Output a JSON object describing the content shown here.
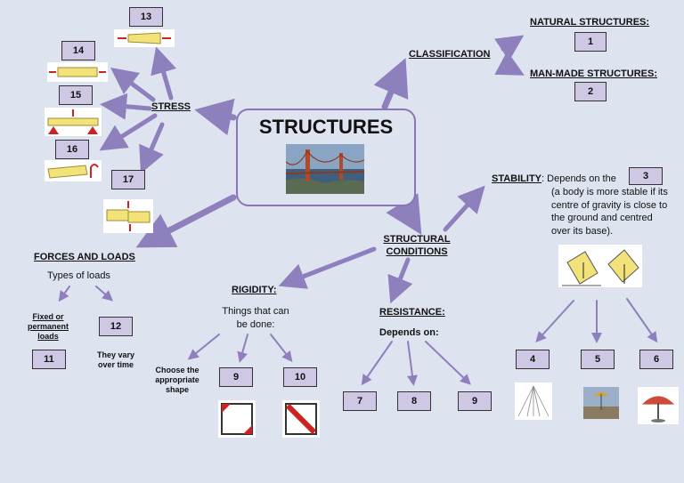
{
  "title": "STRUCTURES",
  "classification": {
    "label": "CLASSIFICATION",
    "natural": "NATURAL STRUCTURES:",
    "natural_box": "1",
    "manmade": "MAN-MADE STRUCTURES:",
    "manmade_box": "2"
  },
  "stress": {
    "label": "STRESS",
    "boxes": [
      "13",
      "14",
      "15",
      "16",
      "17"
    ]
  },
  "forces": {
    "label": "FORCES AND LOADS",
    "types": "Types of loads",
    "fixed_line1": "Fixed or",
    "fixed_line2": "permanent",
    "fixed_line3": "loads",
    "fixed_box": "11",
    "vary_box": "12",
    "vary_line1": "They vary",
    "vary_line2": "over time"
  },
  "structural": {
    "line1": "STRUCTURAL",
    "line2": "CONDITIONS"
  },
  "rigidity": {
    "label": "RIGIDITY:",
    "line1": "Things that can",
    "line2": "be done:",
    "choose1": "Choose the",
    "choose2": "appropriate",
    "choose3": "shape",
    "box_a": "9",
    "box_b": "10"
  },
  "resistance": {
    "label": "RESISTANCE:",
    "depends": "Depends on:",
    "boxes": [
      "7",
      "8",
      "9"
    ]
  },
  "stability": {
    "label": "STABILITY",
    "colon": ":",
    "text1": "Depends on the",
    "box": "3",
    "text2": "(a body is more stable if its",
    "text3": "centre of gravity is close to",
    "text4": "the ground and centred",
    "text5": "over its base).",
    "boxes": [
      "4",
      "5",
      "6"
    ]
  },
  "colors": {
    "arrow": "#8e7fbd",
    "box_fill": "#cfc8e4",
    "frame": "#8a76b6",
    "background": "#dde3ef"
  }
}
